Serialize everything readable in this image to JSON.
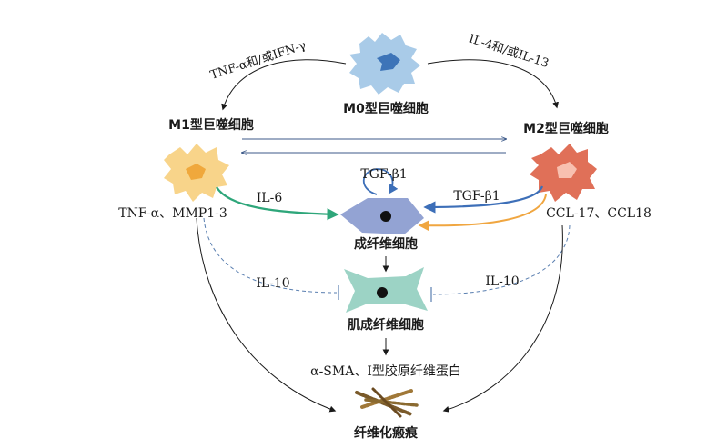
{
  "cells": {
    "m0": "M0型巨噬细胞",
    "m1": "M1型巨噬细胞",
    "m2": "M2型巨噬细胞",
    "fibroblast": "成纤维细胞",
    "myofibroblast": "肌成纤维细胞",
    "collagen": "α-SMA、Ⅰ型胶原纤维蛋白",
    "scar": "纤维化瘢痕"
  },
  "signals": {
    "m1_induction": "TNF-α和/或IFN-γ",
    "m2_induction": "IL-4和/或IL-13",
    "m1_secretion": "TNF-α、MMP1-3",
    "m2_secretion": "CCL-17、CCL18",
    "il6": "IL-6",
    "tgf_autocrine": "TGF-β1",
    "tgf_m2": "TGF-β1",
    "il10_left": "IL-10",
    "il10_right": "IL-10"
  },
  "colors": {
    "m0_cell": "#a9cbe8",
    "m0_nucleus": "#3d74b8",
    "m1_cell": "#f8d48a",
    "m1_nucleus": "#f0a83c",
    "m2_cell": "#e07058",
    "m2_nucleus": "#f8c0b0",
    "fibroblast": "#93a3d3",
    "myofibroblast": "#9cd3c5",
    "green_arrow": "#2ea67a",
    "blue_arrow": "#3d6fb8",
    "orange_arrow": "#f0a640",
    "dashed": "#5a7fb0"
  }
}
